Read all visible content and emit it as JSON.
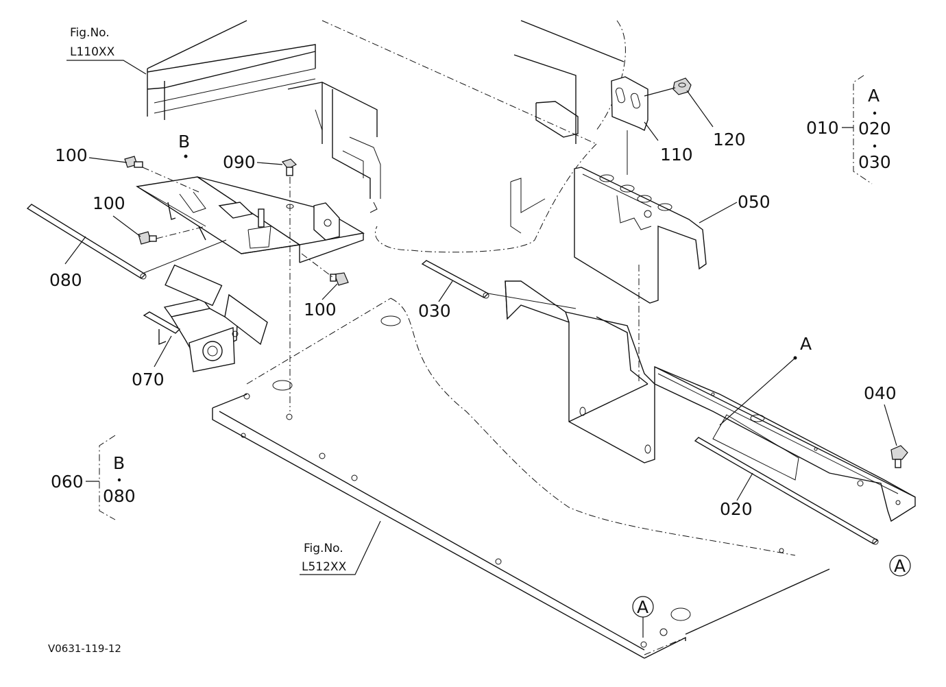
{
  "drawing_id": "V0631-119-12",
  "fig_refs": [
    {
      "line1": "Fig.No.",
      "line2": "L110XX"
    },
    {
      "line1": "Fig.No.",
      "line2": "L512XX"
    }
  ],
  "callouts": [
    "100",
    "100",
    "100",
    "090",
    "080",
    "070",
    "030",
    "120",
    "110",
    "050",
    "040",
    "020"
  ],
  "views": [
    "B",
    "A"
  ],
  "marks": [
    "A",
    "A"
  ],
  "group_a": {
    "parent": "010",
    "key": "A",
    "children": [
      "020",
      "030"
    ]
  },
  "group_b": {
    "parent": "060",
    "key": "B",
    "children": [
      "080"
    ]
  }
}
